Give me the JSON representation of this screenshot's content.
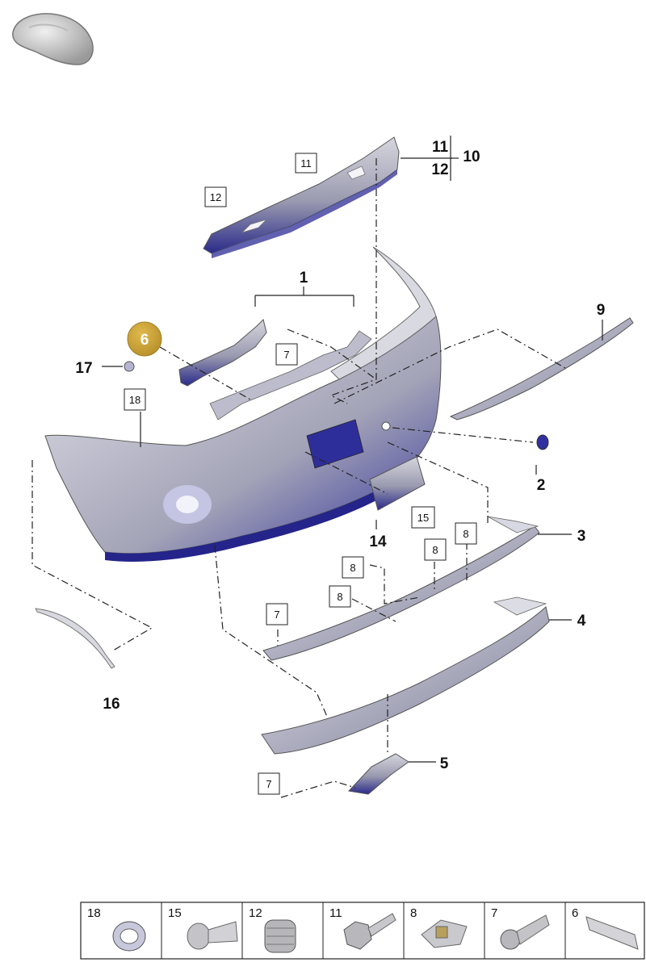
{
  "callouts": {
    "c1": "1",
    "c2": "2",
    "c3": "3",
    "c4": "4",
    "c5": "5",
    "c6": "6",
    "c9": "9",
    "c10": "10",
    "c11": "11",
    "c12": "12",
    "c14": "14",
    "c16": "16",
    "c17": "17"
  },
  "boxes": {
    "b11": "11",
    "b12": "12",
    "b7a": "7",
    "b18": "18",
    "b15": "15",
    "b8a": "8",
    "b8b": "8",
    "b8c": "8",
    "b8d": "8",
    "b7b": "7",
    "b7c": "7"
  },
  "legend": [
    "18",
    "15",
    "12",
    "11",
    "8",
    "7",
    "6"
  ],
  "colors": {
    "highlight": "#c9a13a",
    "part_fill": "#9a9ab0",
    "part_shadow": "#2a2a8a",
    "line": "#222222"
  },
  "icons": [
    "car-thumbnail-icon",
    "ring-clip-icon",
    "plastic-rivet-icon",
    "screw-grommet-icon",
    "hex-bolt-icon",
    "clip-nut-icon",
    "torx-screw-icon",
    "guide-strip-icon"
  ]
}
